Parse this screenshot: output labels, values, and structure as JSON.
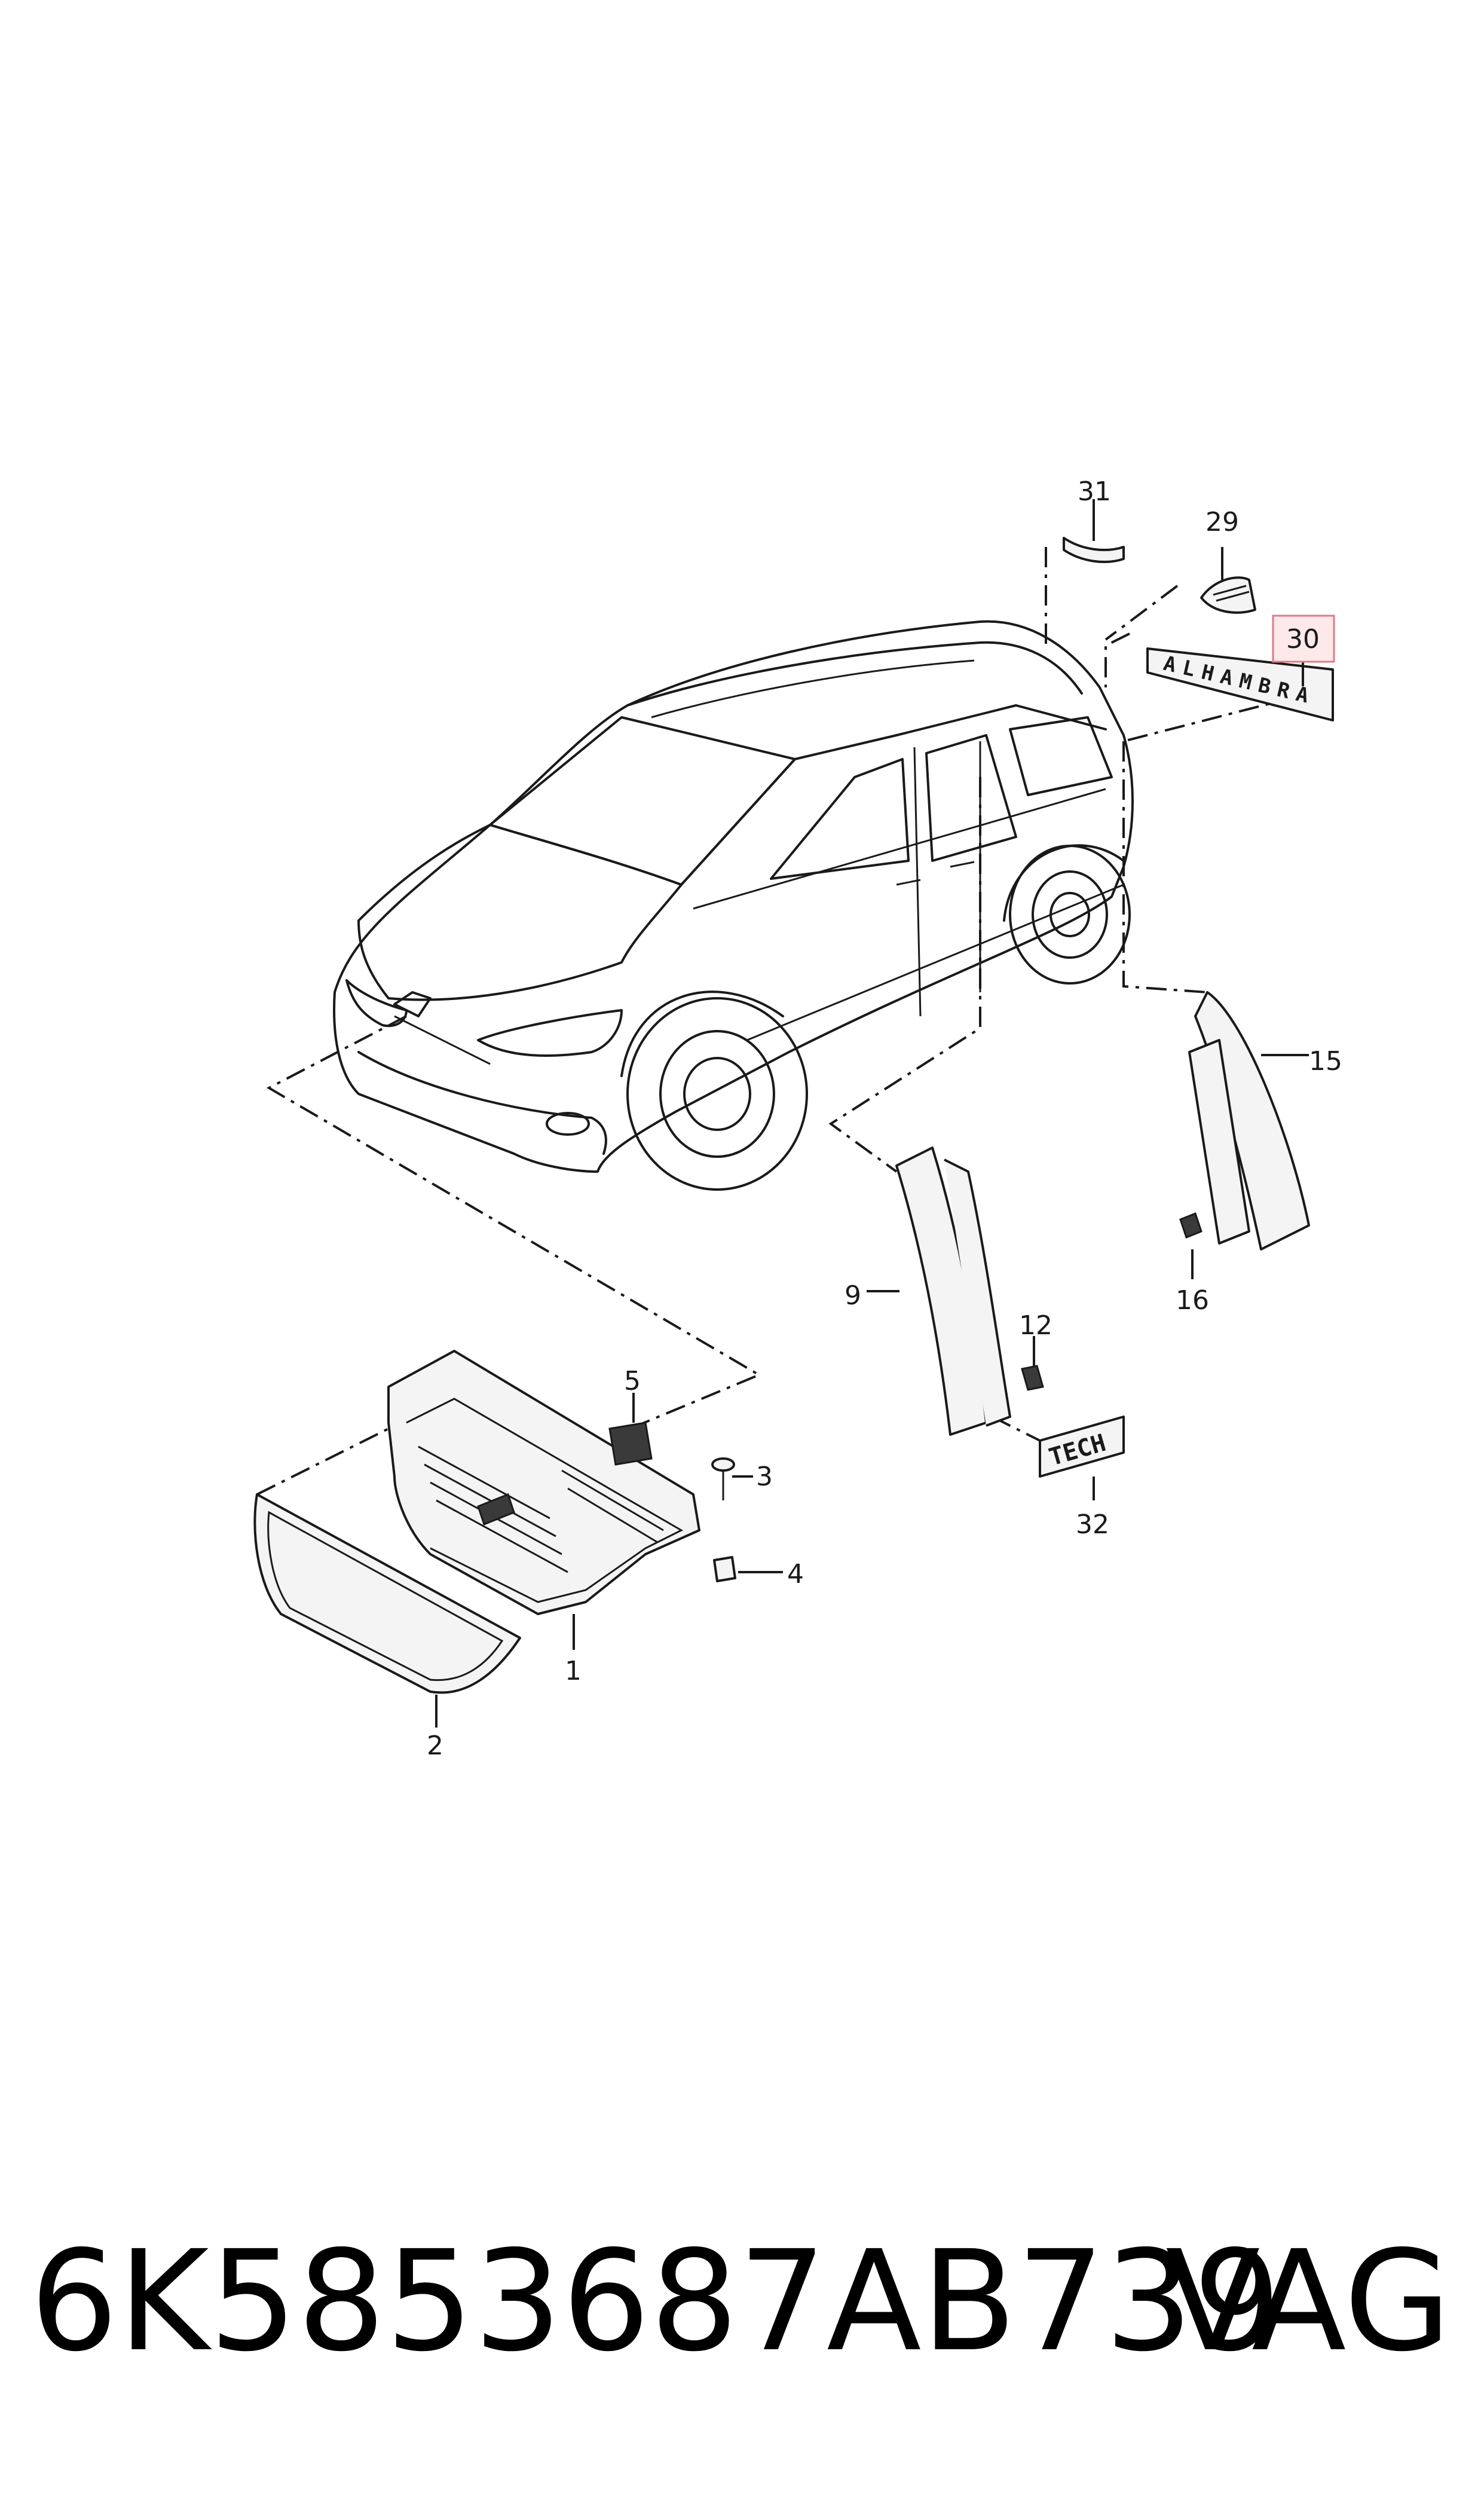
{
  "callouts": {
    "c1": "1",
    "c2": "2",
    "c3": "3",
    "c4": "4",
    "c5": "5",
    "c9": "9",
    "c12": "12",
    "c15": "15",
    "c16": "16",
    "c29": "29",
    "c30": "30",
    "c31": "31",
    "c32": "32"
  },
  "highlighted_callout": "30",
  "emblem_text": "ALHAMBRA",
  "badge_text": "TECH",
  "footer": {
    "part_number": "6K5853687AB739",
    "brand": "VAG"
  },
  "colors": {
    "line": "#1a1a1a",
    "highlight_fill": "#fde8ea",
    "highlight_border": "#e07a85"
  }
}
